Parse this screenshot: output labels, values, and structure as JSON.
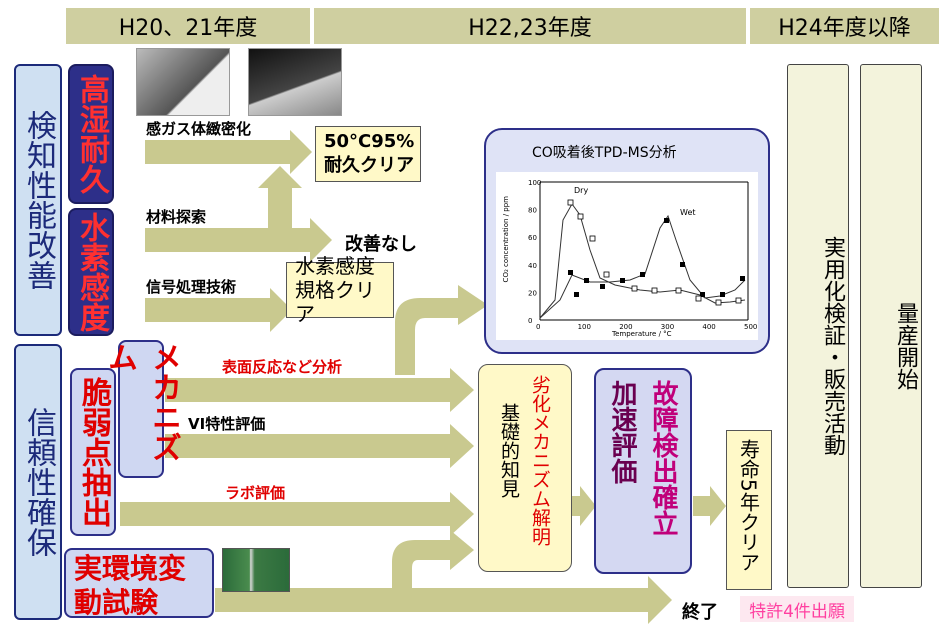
{
  "timeline": {
    "h20": "H20、21年度",
    "h22": "H22,23年度",
    "h24": "H24年度以降"
  },
  "categories": {
    "detection": "検知性能改善",
    "reliability": "信頼性確保"
  },
  "subcategories": {
    "humidity": "高湿耐久",
    "hydrogen": "水素感度",
    "mechanism": "メカニズム",
    "weakpoint": "脆弱点抽出",
    "field_test": "実環境変動試験"
  },
  "arrow_labels": {
    "densify": "感ガス体緻密化",
    "material": "材料探索",
    "signal": "信号処理技術",
    "surface": "表面反応など分析",
    "vi": "VI特性評価",
    "lab": "ラボ評価"
  },
  "results": {
    "humidity_clear_1": "50°C95%",
    "humidity_clear_2": "耐久クリア",
    "no_improve": "改善なし",
    "hydrogen_clear_1": "水素感度",
    "hydrogen_clear_2": "規格クリア",
    "mechanism_red": "劣化メカニズム解明",
    "mechanism_black": "基礎的知見",
    "fault_red": "故障検出確立",
    "fault_black": "加速評価",
    "life": "寿命5年クリア",
    "end": "終了",
    "patent": "特許4件出願"
  },
  "columns": {
    "practical": "実用化検証・販売活動",
    "mass": "量産開始"
  },
  "inset": {
    "title": "CO吸着後TPD-MS分析",
    "ylabel": "CO₂ concentration / ppm",
    "xlabel": "Temperature / °C",
    "series": [
      "Dry",
      "Wet"
    ],
    "xticks": [
      "0",
      "100",
      "200",
      "300",
      "400",
      "500"
    ],
    "yticks": [
      "0",
      "20",
      "40",
      "60",
      "80",
      "100"
    ]
  },
  "colors": {
    "arrow": "#c9c98f",
    "timeline": "#cfcfa0",
    "navy": "#2d2f89",
    "red": "#e00000",
    "magenta": "#c0007a"
  }
}
